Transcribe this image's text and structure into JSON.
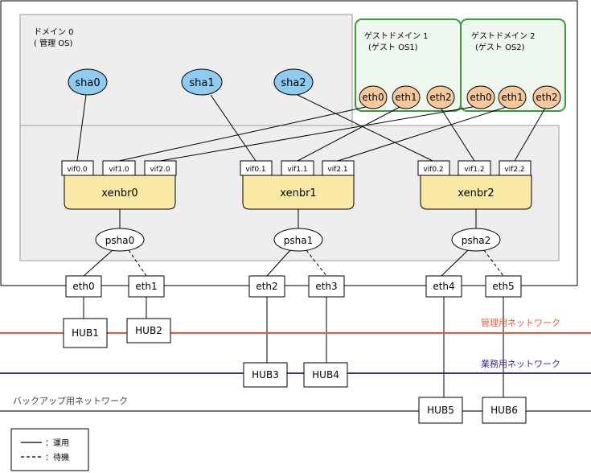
{
  "domain0": {
    "title": "ドメイン 0",
    "subtitle": "( 管理 OS)"
  },
  "guests": [
    {
      "title": "ゲストドメイン 1",
      "subtitle": "(ゲスト OS1)",
      "nics": [
        "eth0",
        "eth1",
        "eth2"
      ]
    },
    {
      "title": "ゲストドメイン 2",
      "subtitle": "(ゲスト OS2)",
      "nics": [
        "eth0",
        "eth1",
        "eth2"
      ]
    }
  ],
  "sha": [
    "sha0",
    "sha1",
    "sha2"
  ],
  "bridges": [
    {
      "name": "xenbr0",
      "vifs": [
        "vif0.0",
        "vif1.0",
        "vif2.0"
      ]
    },
    {
      "name": "xenbr1",
      "vifs": [
        "vif0.1",
        "vif1.1",
        "vif2.1"
      ]
    },
    {
      "name": "xenbr2",
      "vifs": [
        "vif0.2",
        "vif1.2",
        "vif2.2"
      ]
    }
  ],
  "psha": [
    "psha0",
    "psha1",
    "psha2"
  ],
  "physical_nics": [
    "eth0",
    "eth1",
    "eth2",
    "eth3",
    "eth4",
    "eth5"
  ],
  "hubs": [
    "HUB1",
    "HUB2",
    "HUB3",
    "HUB4",
    "HUB5",
    "HUB6"
  ],
  "networks": {
    "management": {
      "label": "管理用ネットワーク",
      "color": "#e8583b"
    },
    "business": {
      "label": "業務用ネットワーク",
      "color": "#3a2e8c"
    },
    "backup": {
      "label": "バックアップ用ネットワーク",
      "color": "#777777"
    }
  },
  "legend": {
    "active": "：運用",
    "standby": "：待機"
  },
  "colors": {
    "sha_fill": "#8ecbf0",
    "guest_nic_fill": "#f8c89a",
    "bridge_fill": "#fbeaa6",
    "guest_border": "#3c9a3c",
    "guest_fill": "#eef7ee",
    "domain0_fill": "#eeeeee"
  }
}
